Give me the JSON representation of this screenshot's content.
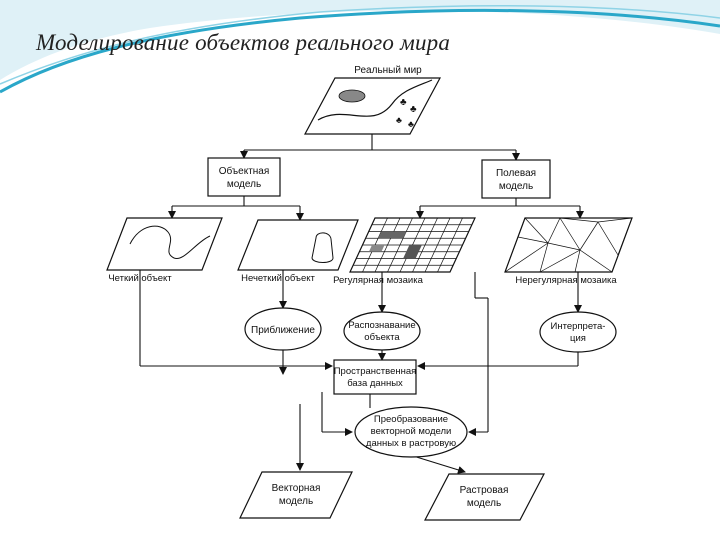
{
  "slide": {
    "title": "Моделирование объектов реального мира",
    "background": "#ffffff",
    "accent_color": "#2aa7c9"
  },
  "diagram": {
    "top": {
      "label": "Реальный мир"
    },
    "models": {
      "object_model": {
        "line1": "Объектная",
        "line2": "модель"
      },
      "field_model": {
        "line1": "Полевая",
        "line2": "модель"
      }
    },
    "representations": {
      "crisp_object": "Четкий объект",
      "fuzzy_object": "Нечеткий объект",
      "regular_mosaic": "Регулярная мозаика",
      "irregular_mosaic": "Нерегулярная мозаика"
    },
    "processes": {
      "approximation": "Приближение",
      "recognition": {
        "line1": "Распознавание",
        "line2": "объекта"
      },
      "interpretation": {
        "line1": "Интерпрета-",
        "line2": "ция"
      },
      "conversion": {
        "line1": "Преобразование",
        "line2": "векторной модели",
        "line3": "данных в растровую"
      }
    },
    "storage": {
      "line1": "Пространственная",
      "line2": "база данных"
    },
    "outputs": {
      "vector_model": {
        "line1": "Векторная",
        "line2": "модель"
      },
      "raster_model": {
        "line1": "Растровая",
        "line2": "модель"
      }
    }
  }
}
